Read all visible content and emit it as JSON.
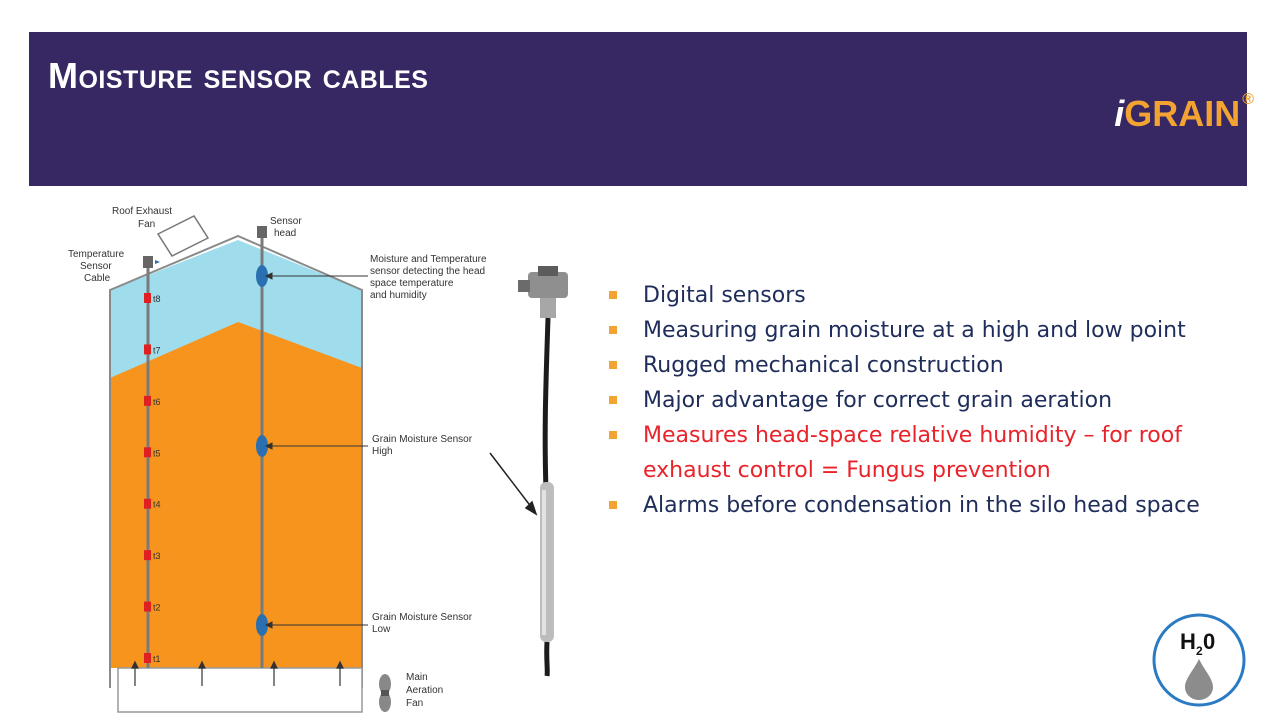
{
  "header": {
    "title": "Moisture sensor cables",
    "logo_i": "i",
    "logo_word": "GRAIN",
    "logo_reg": "®",
    "brand_color": "#f2a331",
    "header_bg": "#372864"
  },
  "diagram": {
    "roof_fan_label_1": "Roof Exhaust",
    "roof_fan_label_2": "Fan",
    "temp_cable_label_1": "Temperature",
    "temp_cable_label_2": "Sensor",
    "temp_cable_label_3": "Cable",
    "sensor_head_label_1": "Sensor",
    "sensor_head_label_2": "head",
    "headspace_label_1": "Moisture and Temperature",
    "headspace_label_2": "sensor detecting the head",
    "headspace_label_3": "space temperature",
    "headspace_label_4": "and humidity",
    "high_label_1": "Grain Moisture Sensor",
    "high_label_2": "High",
    "low_label_1": "Grain Moisture Sensor",
    "low_label_2": "Low",
    "fan_label_1": "Main",
    "fan_label_2": "Aeration",
    "fan_label_3": "Fan",
    "temp_points": [
      "t8",
      "t7",
      "t6",
      "t5",
      "t4",
      "t3",
      "t2",
      "t1"
    ],
    "grain_color": "#f7941d",
    "headspace_color": "#9fdcec"
  },
  "bullets": [
    {
      "text": "Digital sensors",
      "highlight": false
    },
    {
      "text": "Measuring grain moisture at a high and low point",
      "highlight": false
    },
    {
      "text": "Rugged mechanical construction",
      "highlight": false
    },
    {
      "text": "Major advantage for correct grain aeration",
      "highlight": false
    },
    {
      "text": "Measures head-space relative humidity – for roof exhaust control = Fungus prevention",
      "highlight": true
    },
    {
      "text": "Alarms before condensation in the silo head space",
      "highlight": false
    }
  ],
  "badge": {
    "h": "H",
    "sub": "2",
    "o": "0",
    "icon": "water-drop-icon"
  }
}
